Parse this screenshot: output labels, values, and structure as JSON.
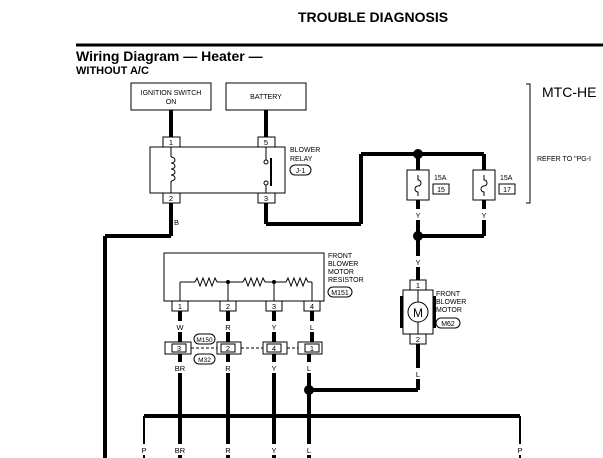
{
  "header": {
    "page_title": "TROUBLE DIAGNOSIS",
    "section_title": "Wiring Diagram — Heater —",
    "subtitle": "WITHOUT A/C",
    "side_title": "MTC-HE",
    "refer_text": "REFER TO \"PG-I"
  },
  "components": {
    "ignition_switch": {
      "line1": "IGNITION SWITCH",
      "line2": "ON"
    },
    "battery": {
      "label": "BATTERY"
    },
    "blower_relay": {
      "line1": "BLOWER",
      "line2": "RELAY",
      "code": "J-1",
      "pin_top_left": "1",
      "pin_top_right": "5",
      "pin_bottom_left": "2",
      "pin_bottom_right": "3"
    },
    "fuse_a": {
      "rating": "15A",
      "number": "15"
    },
    "fuse_b": {
      "rating": "15A",
      "number": "17"
    },
    "resistor": {
      "line1": "FRONT",
      "line2": "BLOWER",
      "line3": "MOTOR",
      "line4": "RESISTOR",
      "code": "M151",
      "pins": [
        "1",
        "2",
        "3",
        "4"
      ]
    },
    "blower_motor": {
      "line1": "FRONT",
      "line2": "BLOWER",
      "line3": "MOTOR",
      "code": "M62",
      "symbol": "M",
      "pin_top": "1",
      "pin_bottom": "2"
    },
    "connector": {
      "code_a": "M150",
      "code_b": "M32",
      "pins": [
        "3",
        "2",
        "4",
        "1"
      ]
    }
  },
  "wire_colors": {
    "relay_out": "B",
    "fuse_a": "Y",
    "fuse_b": "Y",
    "motor_feed": "Y",
    "motor_out": "L",
    "resistor_pins": [
      "W",
      "R",
      "Y",
      "L"
    ],
    "connector_out": [
      "BR",
      "R",
      "Y",
      "L"
    ],
    "bottom_left": "P",
    "bottom_right": "P"
  }
}
